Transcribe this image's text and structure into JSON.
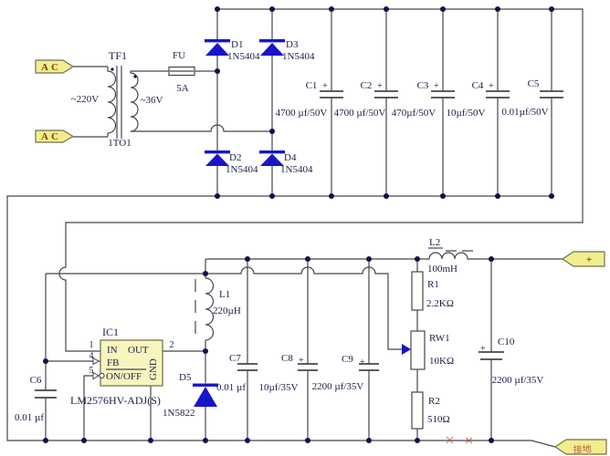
{
  "colors": {
    "wire": "#45454d",
    "text": "#1c1c4a",
    "diode_blue": "#1616c8",
    "junction_dot": "#10104e",
    "tag_fill": "#f1ee8d",
    "tag_border": "#6f6f52",
    "ac_text": "#8a3a12",
    "ic_fill": "#f8f5be",
    "red_mark": "#c04030",
    "background": "#ffffff"
  },
  "terminals": {
    "ac_top": "AC",
    "ac_bottom": "AC",
    "dc_positive": "+",
    "dc_negative": "接地"
  },
  "transformer": {
    "ref": "TF1",
    "primary_voltage": "~220V",
    "secondary_voltage": "~36V",
    "winding_note": "1TO1"
  },
  "fuse": {
    "ref": "FU",
    "rating": "5A"
  },
  "bridge": {
    "d1": {
      "ref": "D1",
      "part": "1N5404"
    },
    "d2": {
      "ref": "D2",
      "part": "1N5404"
    },
    "d3": {
      "ref": "D3",
      "part": "1N5404"
    },
    "d4": {
      "ref": "D4",
      "part": "1N5404"
    }
  },
  "freewheel_diode": {
    "ref": "D5",
    "part": "1N5822"
  },
  "capacitors": {
    "c1": {
      "ref": "C1",
      "value": "4700 µf/50V",
      "polarity": "+"
    },
    "c2": {
      "ref": "C2",
      "value": "4700 µf/50V",
      "polarity": "+"
    },
    "c3": {
      "ref": "C3",
      "value": "470µf/50V",
      "polarity": "+"
    },
    "c4": {
      "ref": "C4",
      "value": "10µf/50V",
      "polarity": "+"
    },
    "c5": {
      "ref": "C5",
      "value": "0.01µf/50V"
    },
    "c6": {
      "ref": "C6",
      "value": "0.01 µf"
    },
    "c7": {
      "ref": "C7",
      "value": "0.01 µf"
    },
    "c8": {
      "ref": "C8",
      "value": "10µf/35V",
      "polarity": "+"
    },
    "c9": {
      "ref": "C9",
      "value": "2200 µf/35V",
      "polarity": "+"
    },
    "c10": {
      "ref": "C10",
      "value": "2200 µf/35V",
      "polarity": "+"
    }
  },
  "inductors": {
    "l1": {
      "ref": "L1",
      "value": "220µH"
    },
    "l2": {
      "ref": "L2",
      "value": "100mH"
    }
  },
  "resistors": {
    "r1": {
      "ref": "R1",
      "value": "2.2KΩ"
    },
    "rw1": {
      "ref": "RW1",
      "value": "10KΩ"
    },
    "r2": {
      "ref": "R2",
      "value": "510Ω"
    }
  },
  "ic": {
    "ref": "IC1",
    "part": "LM2576HV-ADJ(S)",
    "pins": {
      "in": "IN",
      "out": "OUT",
      "fb": "FB",
      "on_off": "ON/OFF",
      "gnd": "GND"
    },
    "pin_numbers": {
      "in": "1",
      "out": "2",
      "fb": "4",
      "on_off": "5"
    }
  }
}
